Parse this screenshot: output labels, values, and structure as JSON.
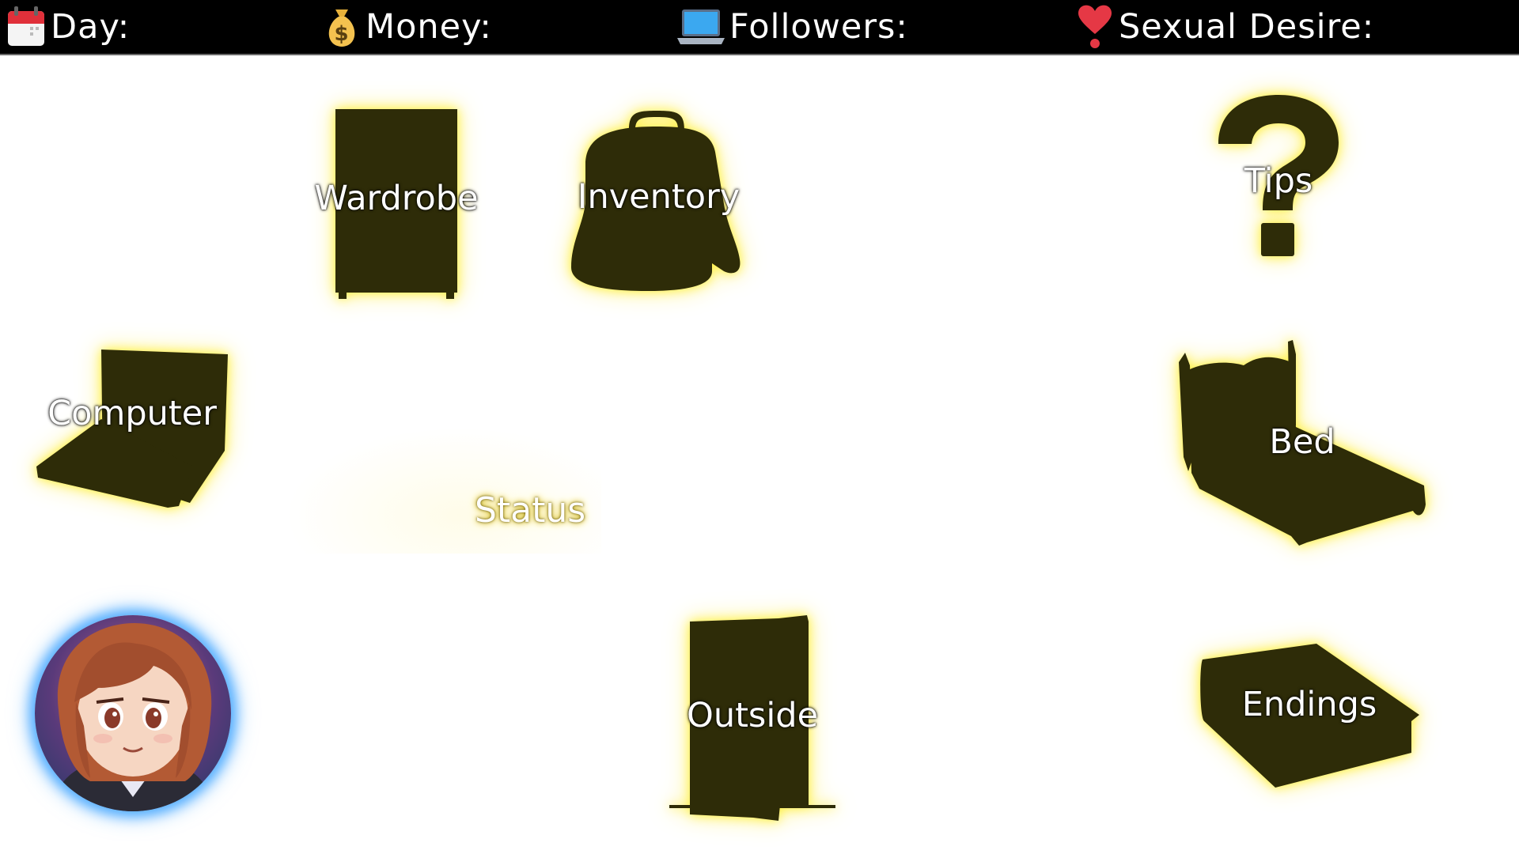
{
  "hud": {
    "day_label": "Day:",
    "money_label": "Money:",
    "followers_label": "Followers:",
    "desire_label": "Sexual Desire:",
    "icons": [
      "calendar-icon",
      "money-bag-icon",
      "laptop-icon",
      "heart-exclamation-icon"
    ]
  },
  "scene": {
    "wardrobe": "Wardrobe",
    "inventory": "Inventory",
    "tips": "Tips",
    "computer": "Computer",
    "bed": "Bed",
    "status": "Status",
    "outside": "Outside",
    "endings": "Endings"
  },
  "colors": {
    "silhouette": "#2e2c08",
    "glow": "#ffef3a",
    "topbar": "#000000",
    "avatar_ring": "#58b0ff"
  }
}
